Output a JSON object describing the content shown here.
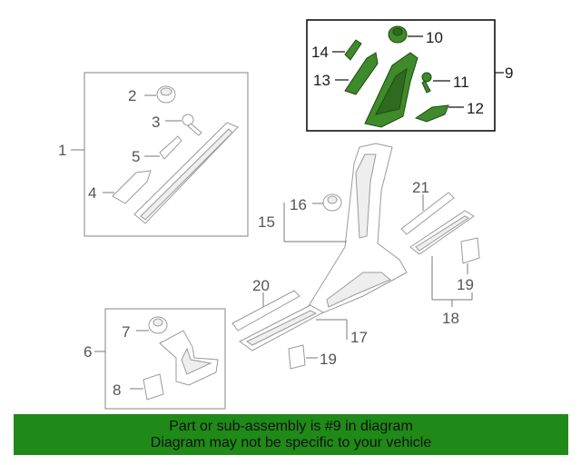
{
  "callouts": [
    "1",
    "2",
    "3",
    "4",
    "5",
    "6",
    "7",
    "8",
    "9",
    "10",
    "11",
    "12",
    "13",
    "14",
    "15",
    "16",
    "17",
    "18",
    "19",
    "20",
    "21"
  ],
  "callout_19b": "19",
  "banner": {
    "line1": "Part or sub-assembly is #9 in diagram",
    "line2": "Diagram may not be specific to your vehicle"
  },
  "colors": {
    "banner_bg": "#1f8a18",
    "highlight_part": "#3f8a2a"
  }
}
